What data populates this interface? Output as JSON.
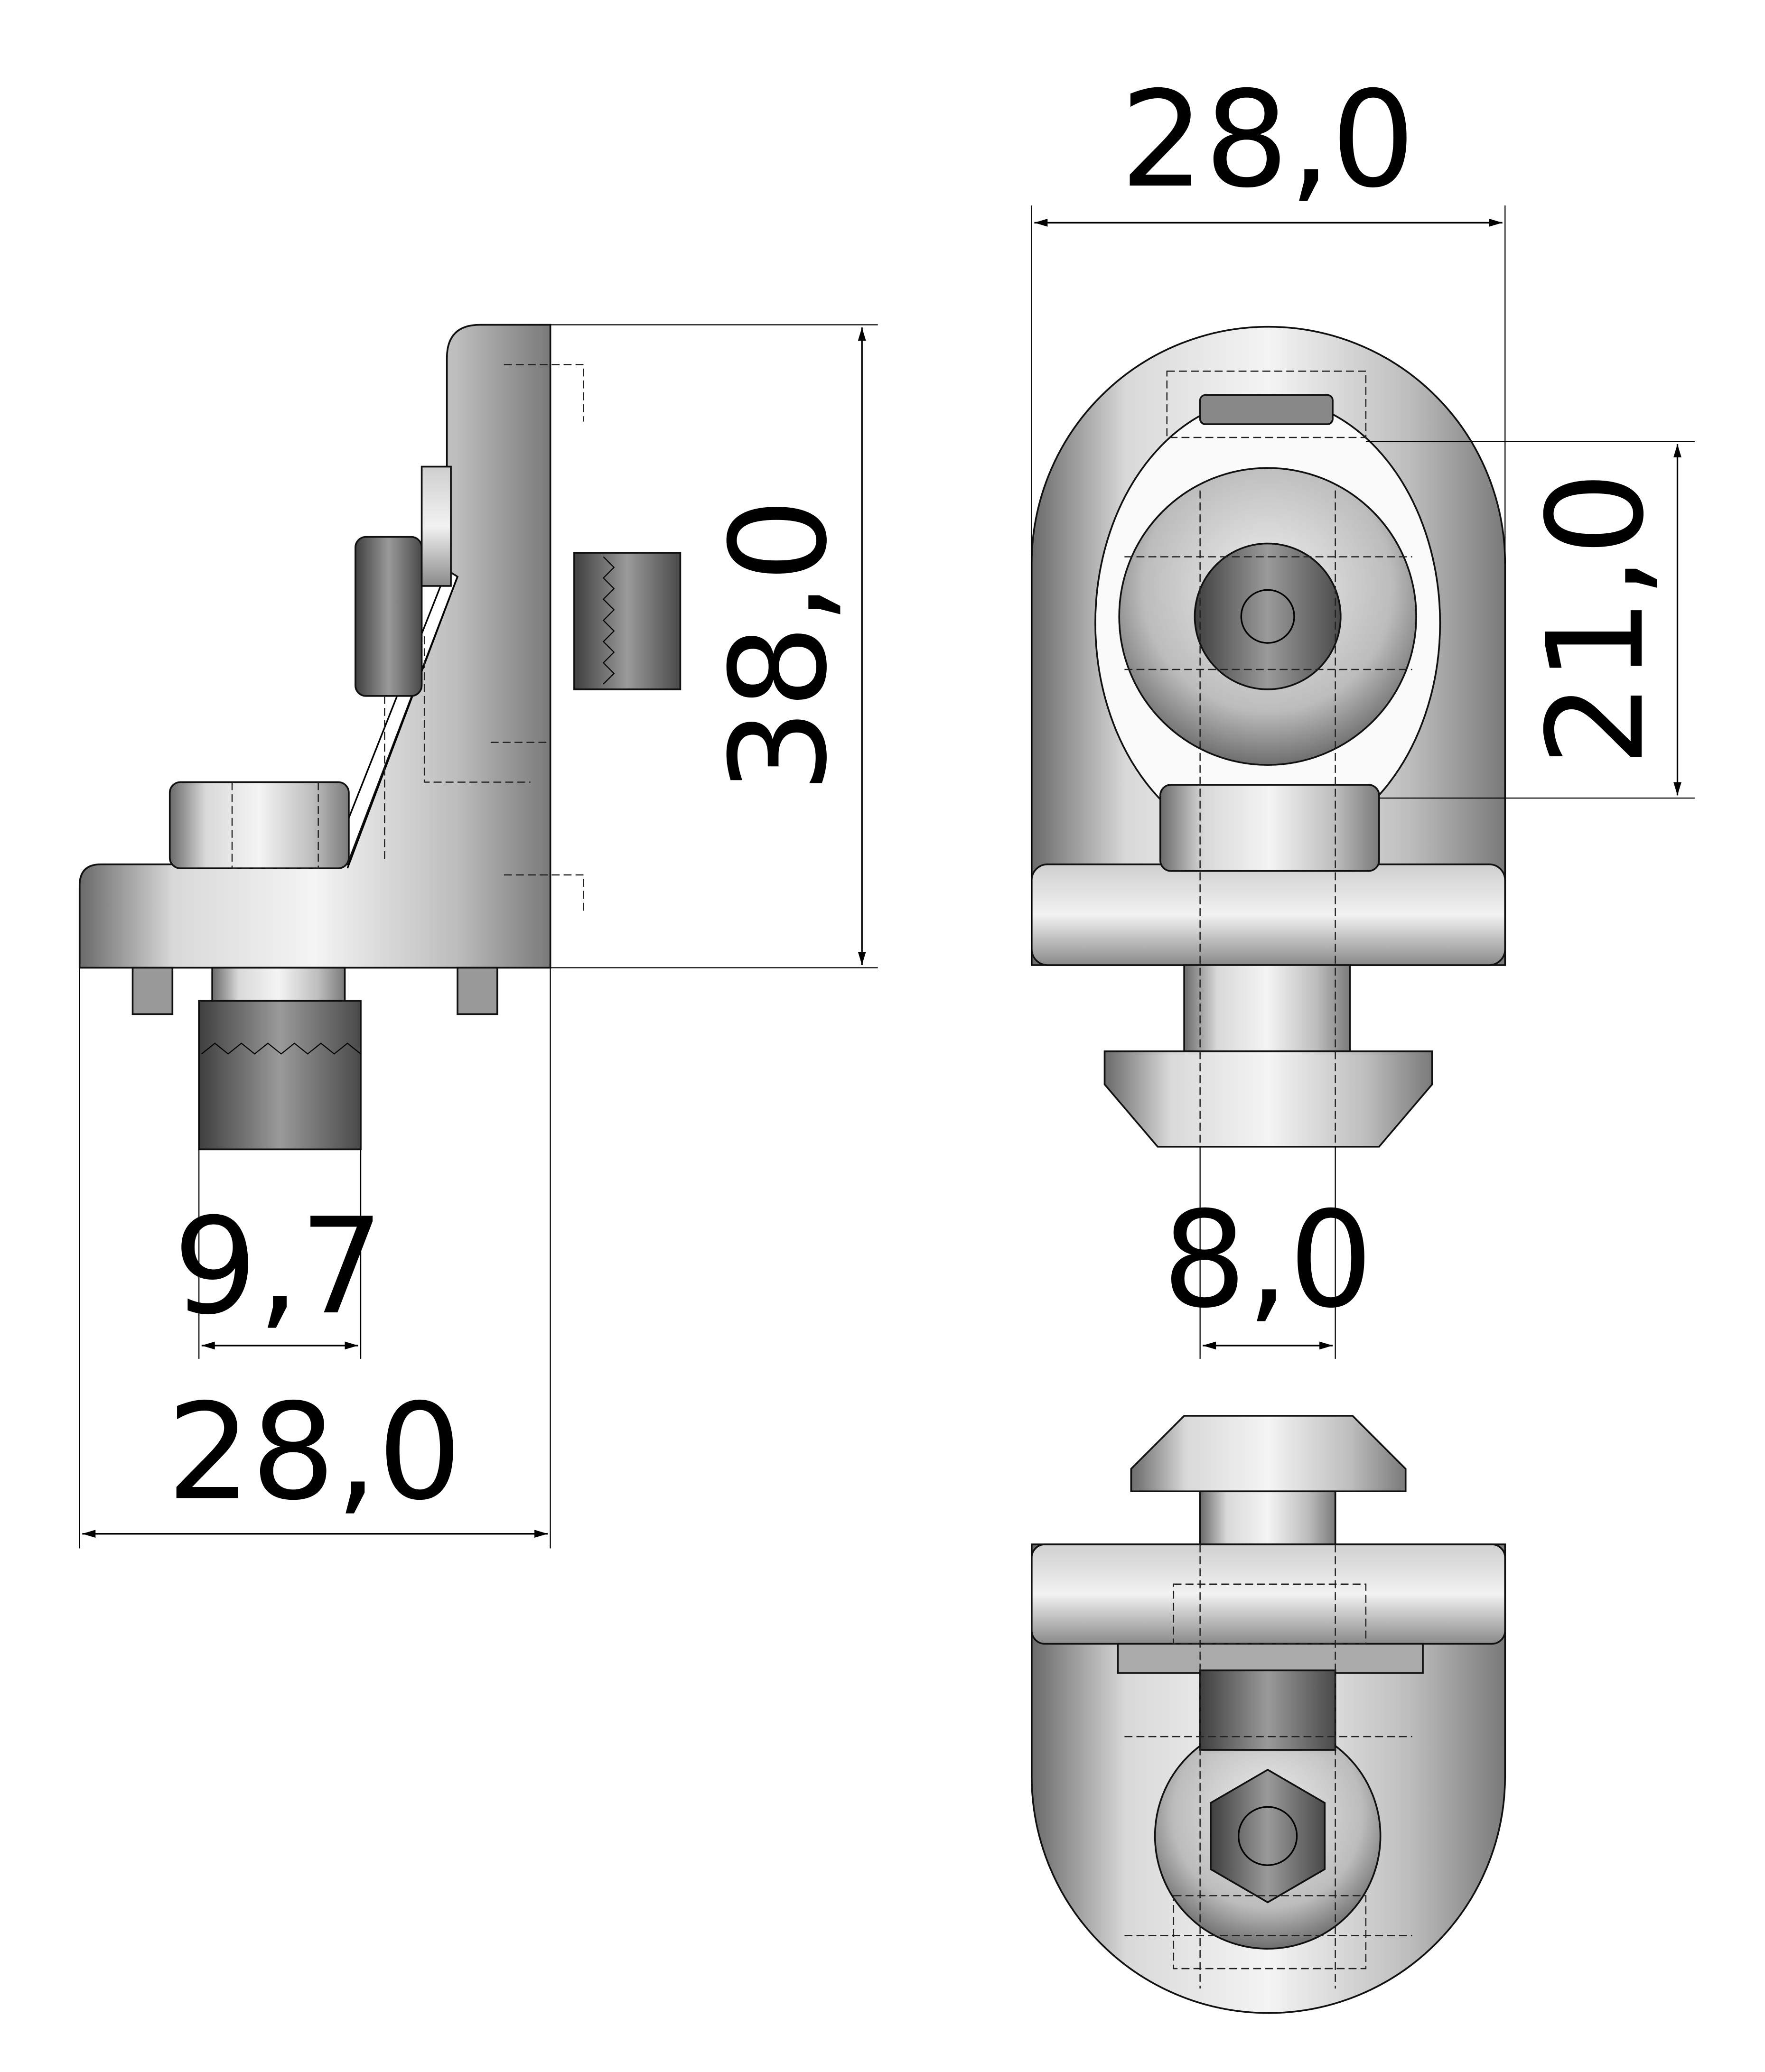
{
  "drawing": {
    "side_view": {
      "height_dim": "38,0",
      "width_dim": "28,0",
      "nut_width_dim": "9,7"
    },
    "front_view": {
      "width_dim": "28,0",
      "hole_height_dim": "21,0",
      "shaft_width_dim": "8,0"
    }
  },
  "colors": {
    "line": "#000000",
    "metal_light": "#e8e8e8",
    "metal_dark": "#5a5a5a"
  }
}
